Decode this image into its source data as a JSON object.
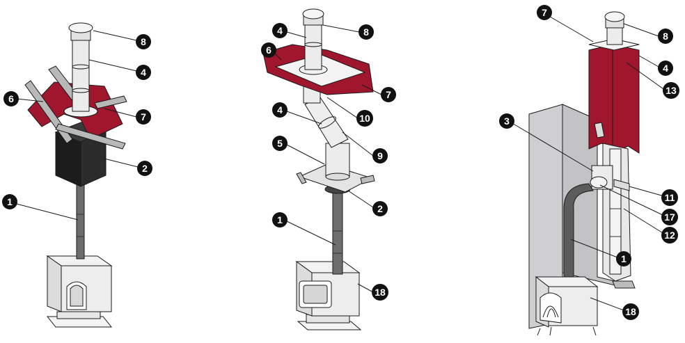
{
  "colors": {
    "red": "#a0162d",
    "black": "#1c1c1c",
    "pipe": "#e9e9e9",
    "wall": "#cfcfd1",
    "outline": "#1a1a1a",
    "callout": "#111111"
  },
  "figures": [
    {
      "name": "installation-a",
      "callouts": [
        {
          "id": "a-8",
          "label": "8"
        },
        {
          "id": "a-4",
          "label": "4"
        },
        {
          "id": "a-6",
          "label": "6"
        },
        {
          "id": "a-7",
          "label": "7"
        },
        {
          "id": "a-2",
          "label": "2"
        },
        {
          "id": "a-1",
          "label": "1"
        }
      ]
    },
    {
      "name": "installation-b",
      "callouts": [
        {
          "id": "b-4a",
          "label": "4"
        },
        {
          "id": "b-8",
          "label": "8"
        },
        {
          "id": "b-6",
          "label": "6"
        },
        {
          "id": "b-7",
          "label": "7"
        },
        {
          "id": "b-10",
          "label": "10"
        },
        {
          "id": "b-4b",
          "label": "4"
        },
        {
          "id": "b-5",
          "label": "5"
        },
        {
          "id": "b-9",
          "label": "9"
        },
        {
          "id": "b-2",
          "label": "2"
        },
        {
          "id": "b-1",
          "label": "1"
        },
        {
          "id": "b-18",
          "label": "18"
        }
      ]
    },
    {
      "name": "installation-c",
      "callouts": [
        {
          "id": "c-7",
          "label": "7"
        },
        {
          "id": "c-8",
          "label": "8"
        },
        {
          "id": "c-4",
          "label": "4"
        },
        {
          "id": "c-13",
          "label": "13"
        },
        {
          "id": "c-3",
          "label": "3"
        },
        {
          "id": "c-11",
          "label": "11"
        },
        {
          "id": "c-17",
          "label": "17"
        },
        {
          "id": "c-12",
          "label": "12"
        },
        {
          "id": "c-1",
          "label": "1"
        },
        {
          "id": "c-18",
          "label": "18"
        }
      ]
    }
  ]
}
